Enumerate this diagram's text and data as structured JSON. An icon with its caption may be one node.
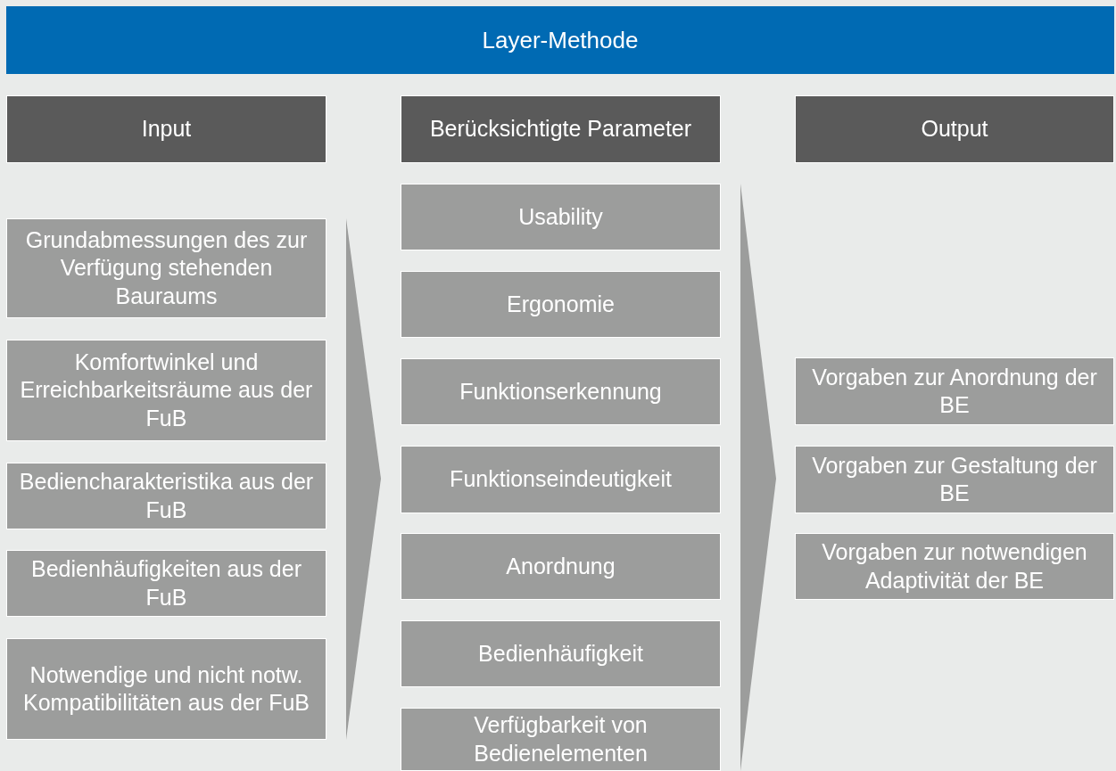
{
  "diagram": {
    "nodes": [
      {
        "text": [
          "Layer-Methode"
        ]
      },
      {
        "text": [
          "Input"
        ]
      },
      {
        "text": [
          "Berücksichtigte Parameter"
        ]
      },
      {
        "text": [
          "Output"
        ]
      },
      {
        "text": [
          "Grundabmessungen des zur Verfügung stehenden Bauraums"
        ]
      },
      {
        "text": [
          "Komfortwinkel und Erreichbarkeitsräume aus der FuB"
        ]
      },
      {
        "text": [
          "Bediencharakteristika aus der FuB"
        ]
      },
      {
        "text": [
          "Bedienhäufigkeiten aus der FuB"
        ]
      },
      {
        "text": [
          "Notwendige und nicht notw. Kompatibilitäten aus der FuB"
        ]
      },
      {
        "text": [
          "Usability"
        ]
      },
      {
        "text": [
          "Ergonomie"
        ]
      },
      {
        "text": [
          "Funktionserkennung"
        ]
      },
      {
        "text": [
          "Funktionseindeutigkeit"
        ]
      },
      {
        "text": [
          "Anordnung"
        ]
      },
      {
        "text": [
          "Bedienhäufigkeit"
        ]
      },
      {
        "text": [
          "Verfügbarkeit von Bedienelementen"
        ]
      },
      {
        "text": [
          "Vorgaben zur Anordnung der BE"
        ]
      },
      {
        "text": [
          "Vorgaben zur Gestaltung der BE"
        ]
      },
      {
        "text": [
          "Vorgaben zur notwendigen Adaptivität der BE"
        ]
      }
    ]
  }
}
